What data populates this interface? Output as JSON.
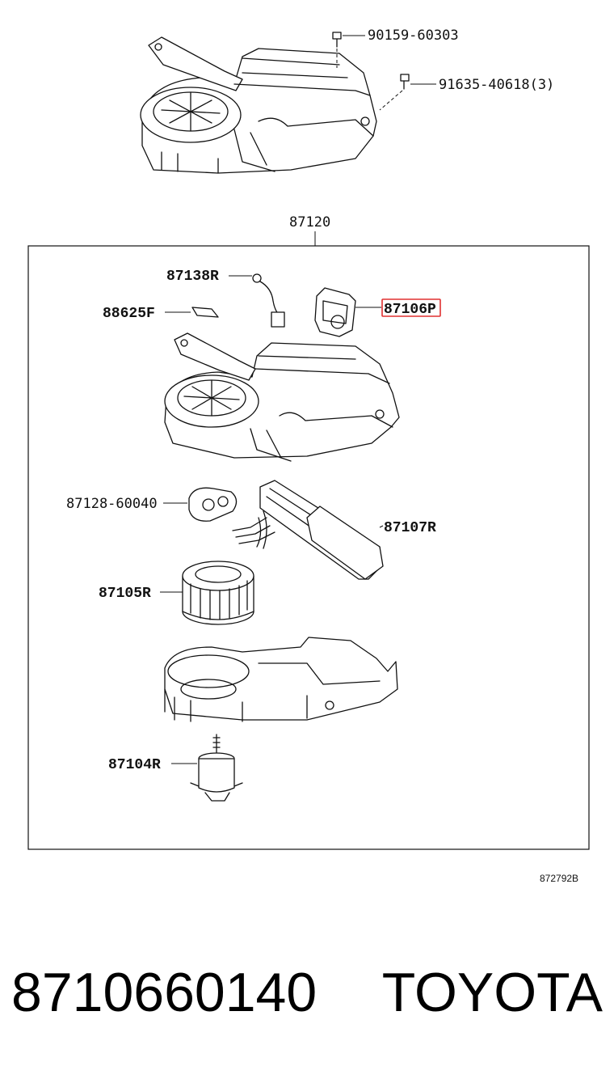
{
  "diagram": {
    "callouts": {
      "screw_top": "90159-60303",
      "screw_side": "91635-40618(3)",
      "assembly": "87120",
      "sensor": "87138R",
      "clip": "88625F",
      "servo": "87106P",
      "seal": "87128-60040",
      "evaporator": "87107R",
      "fan": "87105R",
      "motor": "87104R"
    },
    "highlighted_callout": "87106P",
    "highlight_color": "#e03030",
    "figure_code": "872792B"
  },
  "footer": {
    "part_number": "8710660140",
    "brand": "TOYOTA"
  }
}
